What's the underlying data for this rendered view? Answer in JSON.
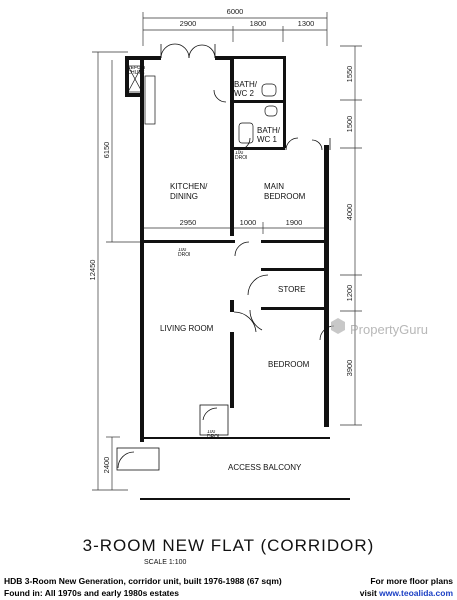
{
  "plan": {
    "dimensions": {
      "overall_width": "6000",
      "top_segments": [
        "2900",
        "1800",
        "1300"
      ],
      "overall_height": "12450",
      "left_upper": "6150",
      "left_lower": "2400",
      "right_segments": [
        "1550",
        "1500",
        "4000",
        "1200",
        "3900"
      ],
      "interior": [
        "2950",
        "1000",
        "1900"
      ]
    },
    "rooms": {
      "refuse_chute": "REFUSE CHUTE",
      "bath_wc2": "BATH/ WC 2",
      "bath_wc1": "BATH/ WC 1",
      "kitchen_dining": "KITCHEN/ DINING",
      "main_bedroom": "MAIN BEDROOM",
      "store": "STORE",
      "living_room": "LIVING ROOM",
      "bedroom": "BEDROOM",
      "access_balcony": "ACCESS BALCONY"
    },
    "notes": {
      "drop_1": "100 DROP",
      "drop_2": "100 DROP",
      "drop_3": "100 DROP"
    },
    "watermark": "PropertyGuru"
  },
  "title": "3-ROOM NEW FLAT (CORRIDOR)",
  "scale_label": "SCALE 1:100",
  "footer": {
    "left_line1": "HDB 3-Room New Generation, corridor unit, built 1976-1988 (67 sqm)",
    "left_line2": "Found in: All 1970s and early 1980s estates",
    "right_line1": "For more floor plans",
    "right_line2_prefix": "visit",
    "right_link": "www.teoalida.com"
  }
}
